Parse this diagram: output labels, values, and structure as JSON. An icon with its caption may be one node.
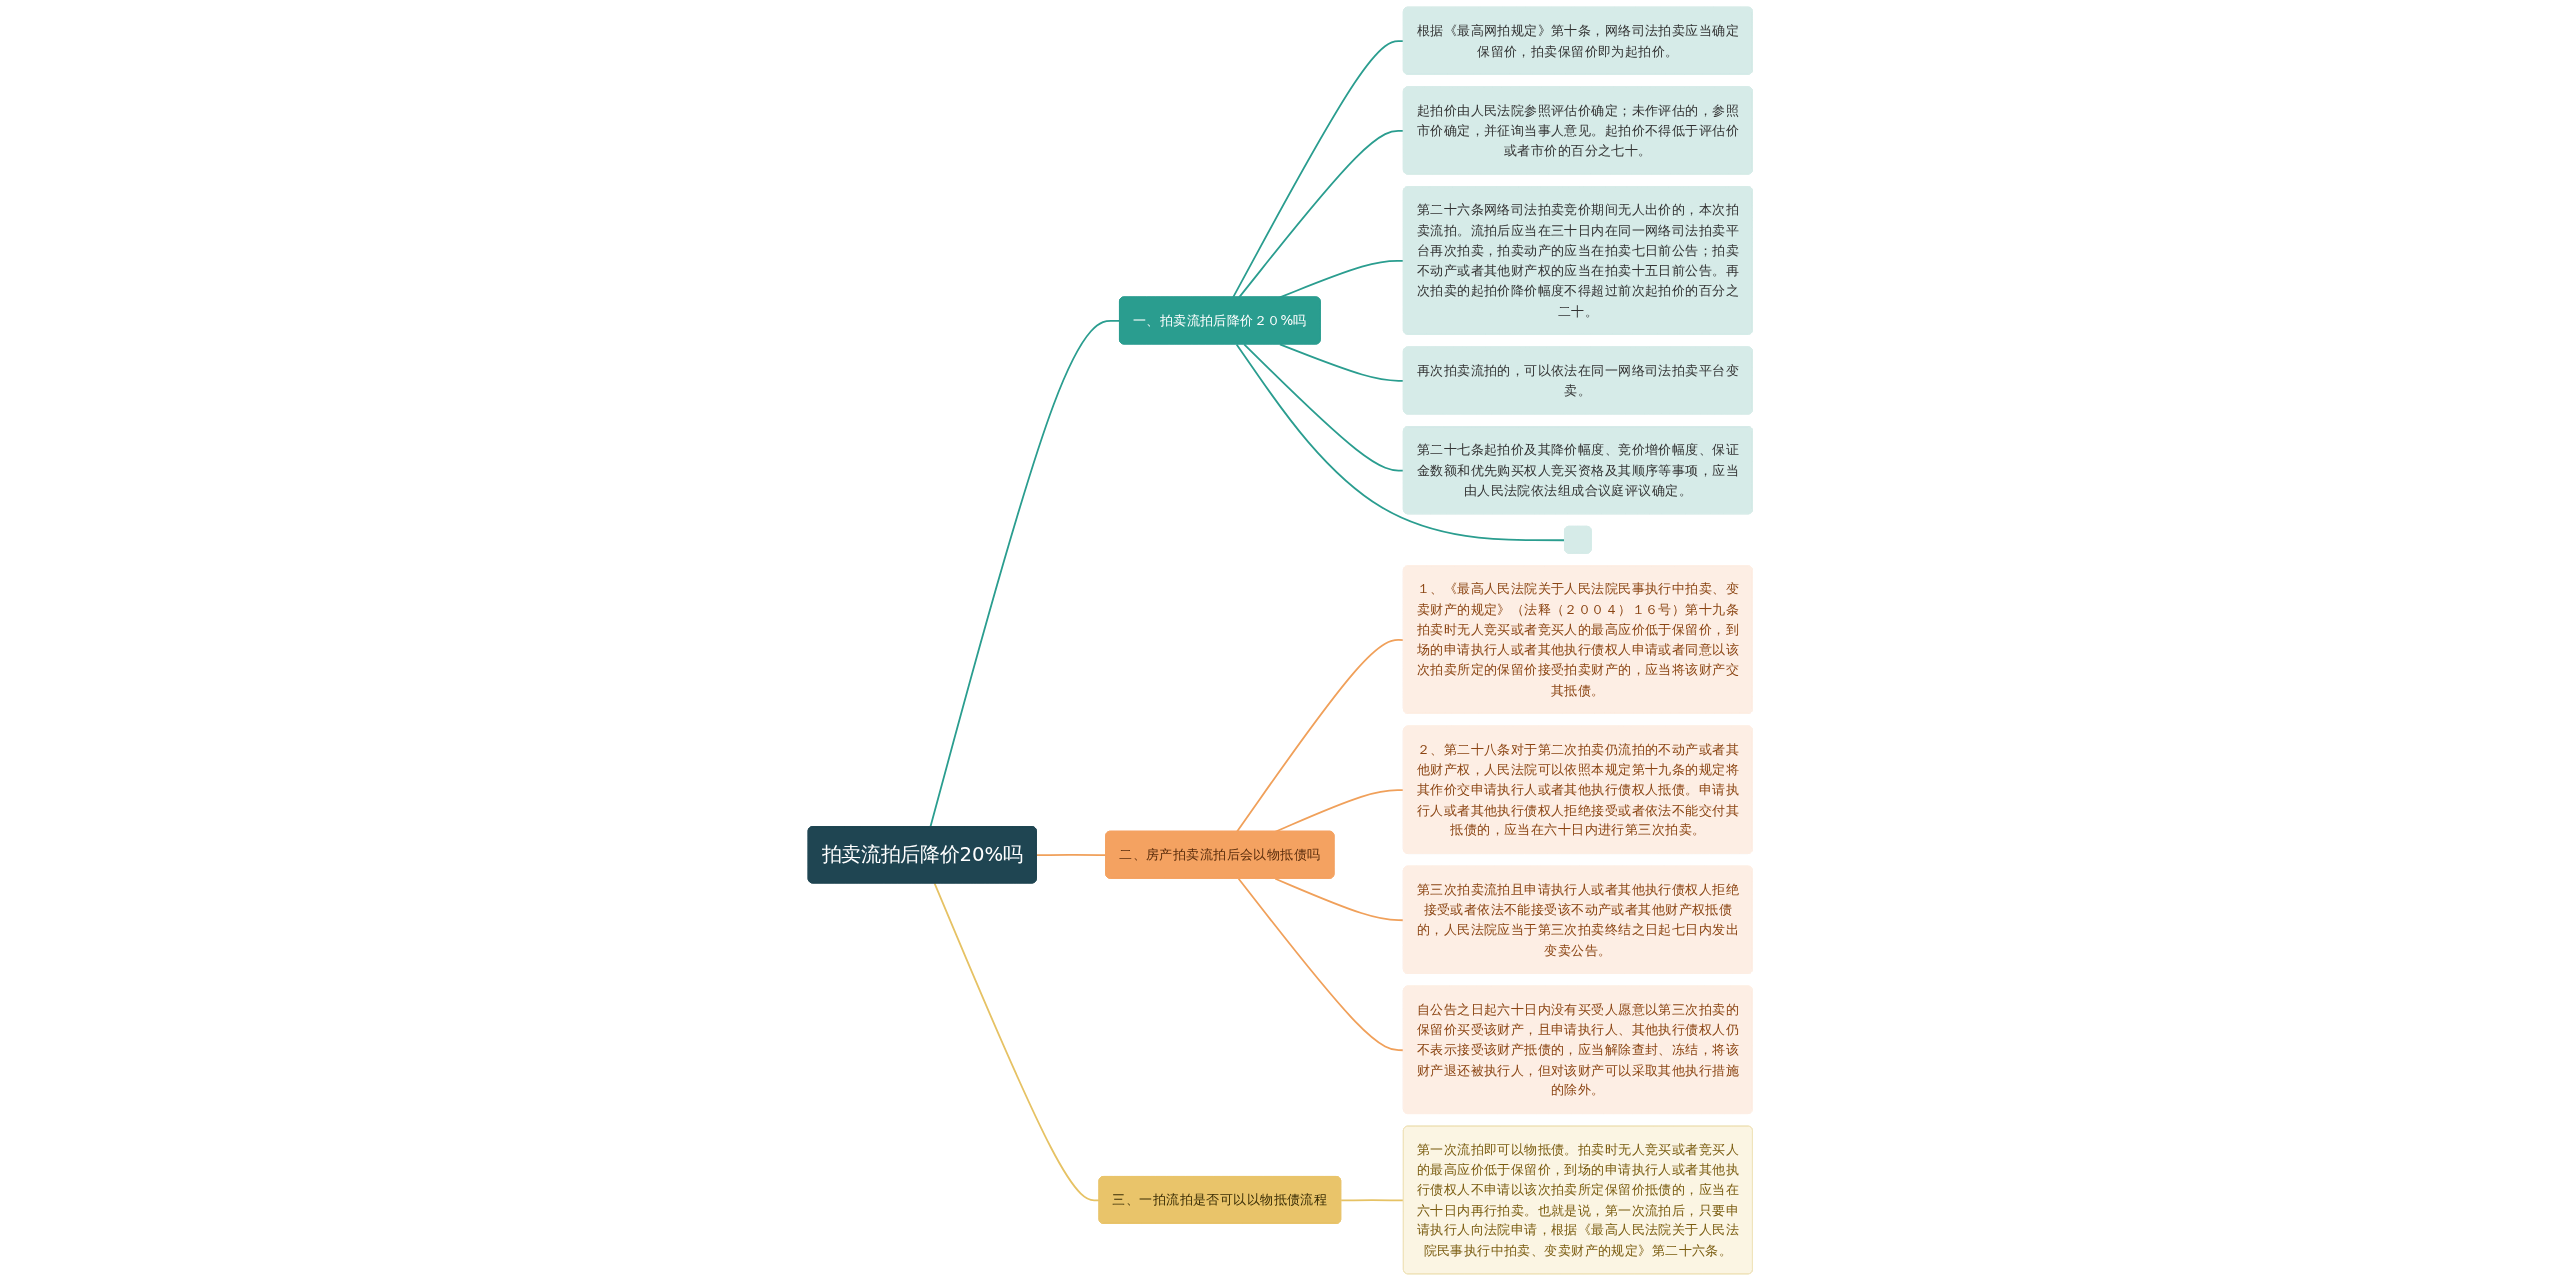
{
  "diagram": {
    "nodes": [
      {
        "text": [
          "拍卖流拍后降价20%吗"
        ]
      },
      {
        "text": [
          "一、拍卖流拍后降价２０%吗"
        ]
      },
      {
        "text": [
          "根据《最高网拍规定》第十条，网络司法拍卖应当确定保留价，拍卖保留价即为起拍价。"
        ]
      },
      {
        "text": [
          "起拍价由人民法院参照评估价确定；未作评估的，参照市价确定，并征询当事人意见。起拍价不得低于评估价或者市价的百分之七十。"
        ]
      },
      {
        "text": [
          "第二十六条网络司法拍卖竞价期间无人出价的，本次拍卖流拍。流拍后应当在三十日内在同一网络司法拍卖平台再次拍卖，拍卖动产的应当在拍卖七日前公告；拍卖不动产或者其他财产权的应当在拍卖十五日前公告。再次拍卖的起拍价降价幅度不得超过前次起拍价的百分之二十。"
        ]
      },
      {
        "text": [
          "再次拍卖流拍的，可以依法在同一网络司法拍卖平台变卖。"
        ]
      },
      {
        "text": [
          "第二十七条起拍价及其降价幅度、竞价增价幅度、保证金数额和优先购买权人竞买资格及其顺序等事项，应当由人民法院依法组成合议庭评议确定。"
        ]
      },
      {
        "text": [],
        "shape": "box"
      },
      {
        "text": [
          "二、房产拍卖流拍后会以物抵债吗"
        ]
      },
      {
        "text": [
          "１、《最高人民法院关于人民法院民事执行中拍卖、变卖财产的规定》（法释（２００４）１６号）第十九条拍卖时无人竞买或者竞买人的最高应价低于保留价，到场的申请执行人或者其他执行债权人申请或者同意以该次拍卖所定的保留价接受拍卖财产的，应当将该财产交其抵债。"
        ]
      },
      {
        "text": [
          "２、第二十八条对于第二次拍卖仍流拍的不动产或者其他财产权，人民法院可以依照本规定第十九条的规定将其作价交申请执行人或者其他执行债权人抵债。申请执行人或者其他执行债权人拒绝接受或者依法不能交付其抵债的，应当在六十日内进行第三次拍卖。"
        ]
      },
      {
        "text": [
          "第三次拍卖流拍且申请执行人或者其他执行债权人拒绝接受或者依法不能接受该不动产或者其他财产权抵债的，人民法院应当于第三次拍卖终结之日起七日内发出变卖公告。"
        ]
      },
      {
        "text": [
          "自公告之日起六十日内没有买受人愿意以第三次拍卖的保留价买受该财产，且申请执行人、其他执行债权人仍不表示接受该财产抵债的，应当解除查封、冻结，将该财产退还被执行人，但对该财产可以采取其他执行措施的除外。"
        ]
      },
      {
        "text": [
          "三、一拍流拍是否可以以物抵债流程"
        ]
      },
      {
        "text": [
          "第一次流拍即可以物抵债。拍卖时无人竞买或者竞买人的最高应价低于保留价，到场的申请执行人或者其他执行债权人不申请以该次拍卖所定保留价抵债的，应当在六十日内再行拍卖。也就是说，第一次流拍后，只要申请执行人向法院申请，根据《最高人民法院关于人民法院民事执行中拍卖、变卖财产的规定》第二十六条。"
        ]
      }
    ],
    "edges": [
      {
        "from": 0,
        "to": 1,
        "arrow": "none"
      },
      {
        "from": 1,
        "to": 2,
        "arrow": "none"
      },
      {
        "from": 1,
        "to": 3,
        "arrow": "none"
      },
      {
        "from": 1,
        "to": 4,
        "arrow": "none"
      },
      {
        "from": 1,
        "to": 5,
        "arrow": "none"
      },
      {
        "from": 1,
        "to": 6,
        "arrow": "none"
      },
      {
        "from": 1,
        "to": 7,
        "arrow": "none"
      },
      {
        "from": 0,
        "to": 8,
        "arrow": "none",
        "color": "#f0a05a"
      },
      {
        "from": 8,
        "to": 9,
        "arrow": "none",
        "color": "#f0a05a"
      },
      {
        "from": 8,
        "to": 10,
        "arrow": "none",
        "color": "#f0a05a"
      },
      {
        "from": 8,
        "to": 11,
        "arrow": "none",
        "color": "#f0a05a"
      },
      {
        "from": 8,
        "to": 12,
        "arrow": "none",
        "color": "#f0a05a"
      },
      {
        "from": 0,
        "to": 13,
        "arrow": "none",
        "color": "#e6c264"
      },
      {
        "from": 13,
        "to": 14,
        "arrow": "none",
        "color": "#e6c264"
      }
    ]
  }
}
